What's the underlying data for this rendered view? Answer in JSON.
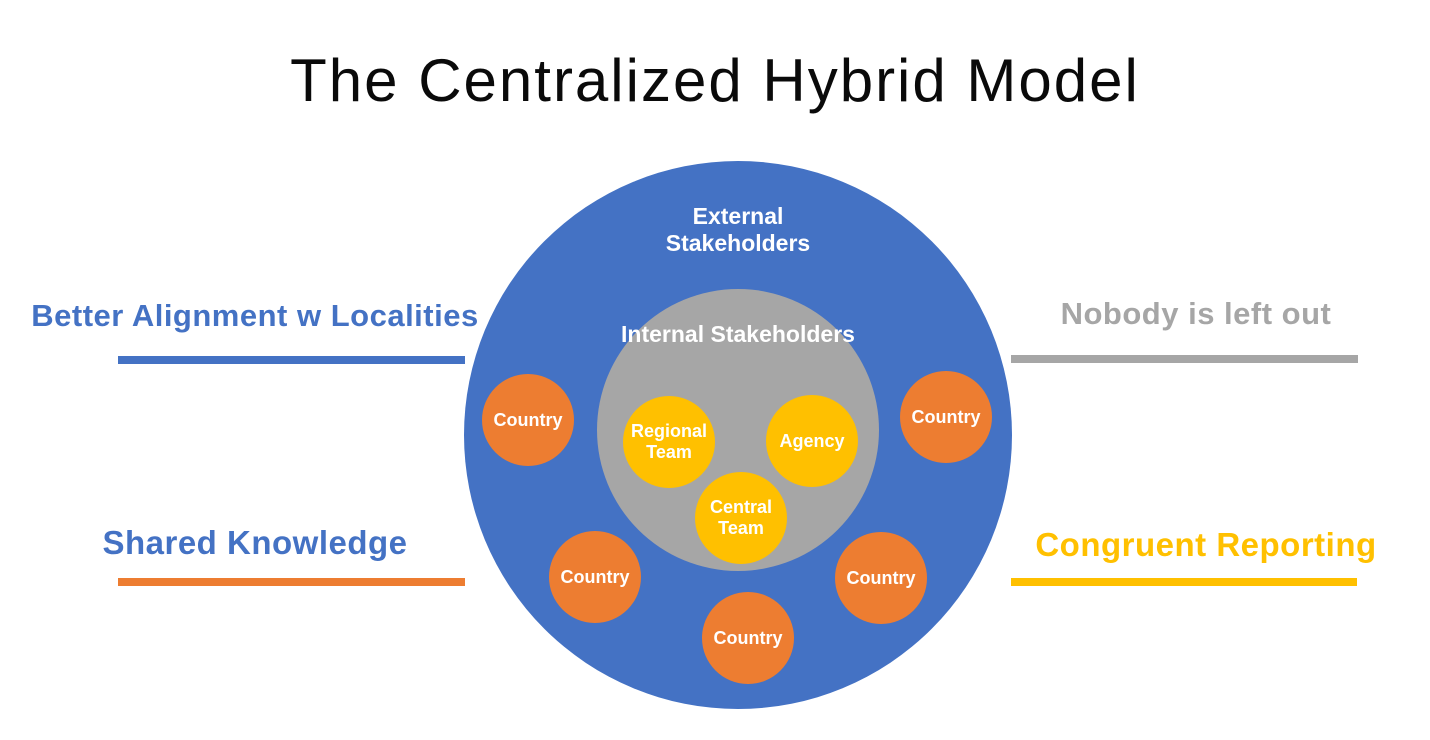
{
  "title": "The Centralized Hybrid Model",
  "colors": {
    "blue": "#4472C4",
    "orange": "#ED7D31",
    "gray": "#A6A6A6",
    "yellow": "#FFC000",
    "circle_text": "#FFFFFF",
    "title_text": "#0A0A0A"
  },
  "diagram": {
    "external_label": "External Stakeholders",
    "internal_label": "Internal Stakeholders",
    "teams": [
      {
        "label": "Regional Team",
        "position": "left"
      },
      {
        "label": "Agency",
        "position": "right"
      },
      {
        "label": "Central Team",
        "position": "bottom-center"
      }
    ],
    "countries": [
      {
        "label": "Country",
        "position": "upper-left"
      },
      {
        "label": "Country",
        "position": "upper-right"
      },
      {
        "label": "Country",
        "position": "lower-left"
      },
      {
        "label": "Country",
        "position": "lower-right"
      },
      {
        "label": "Country",
        "position": "bottom-center"
      }
    ]
  },
  "callouts": {
    "left": [
      {
        "label": "Better Alignment w Localities",
        "text_color": "#4472C4",
        "bar_color": "#4472C4"
      },
      {
        "label": "Shared Knowledge",
        "text_color": "#4472C4",
        "bar_color": "#ED7D31"
      }
    ],
    "right": [
      {
        "label": "Nobody is left out",
        "text_color": "#A6A6A6",
        "bar_color": "#A6A6A6"
      },
      {
        "label": "Congruent Reporting",
        "text_color": "#FFC000",
        "bar_color": "#FFC000"
      }
    ]
  }
}
